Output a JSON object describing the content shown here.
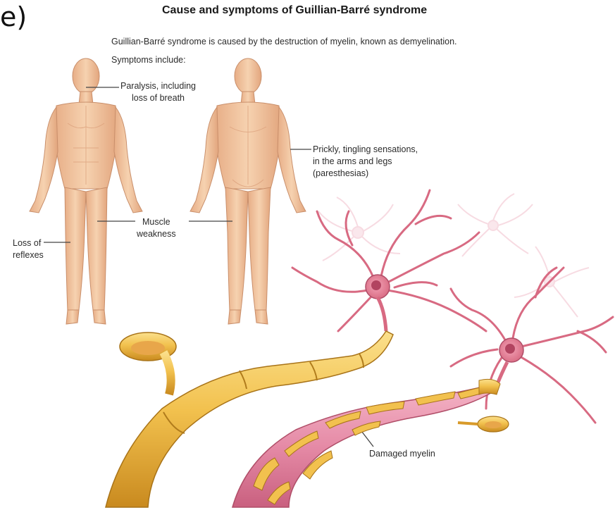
{
  "panel_letter": "e)",
  "title": "Cause and symptoms of Guillian-Barré syndrome",
  "intro": "Guillian-Barré syndrome is caused by the destruction of myelin, known as demyelination.",
  "symptoms_intro": "Symptoms include:",
  "labels": {
    "paralysis": [
      "Paralysis, including",
      "loss of breath"
    ],
    "prickly": [
      "Prickly, tingling sensations,",
      "in the arms and legs",
      "(paresthesias)"
    ],
    "muscle": [
      "Muscle",
      "weakness"
    ],
    "reflexes": [
      "Loss of",
      "reflexes"
    ],
    "damaged_myelin": "Damaged myelin"
  },
  "colors": {
    "skin": "#f3c9a2",
    "skin_shade": "#e2a87e",
    "myelin": "#f2c14e",
    "myelin_shade": "#d89a2a",
    "axon_pink": "#e58aa6",
    "neuron": "#d86a82",
    "leader_line": "#444444"
  }
}
